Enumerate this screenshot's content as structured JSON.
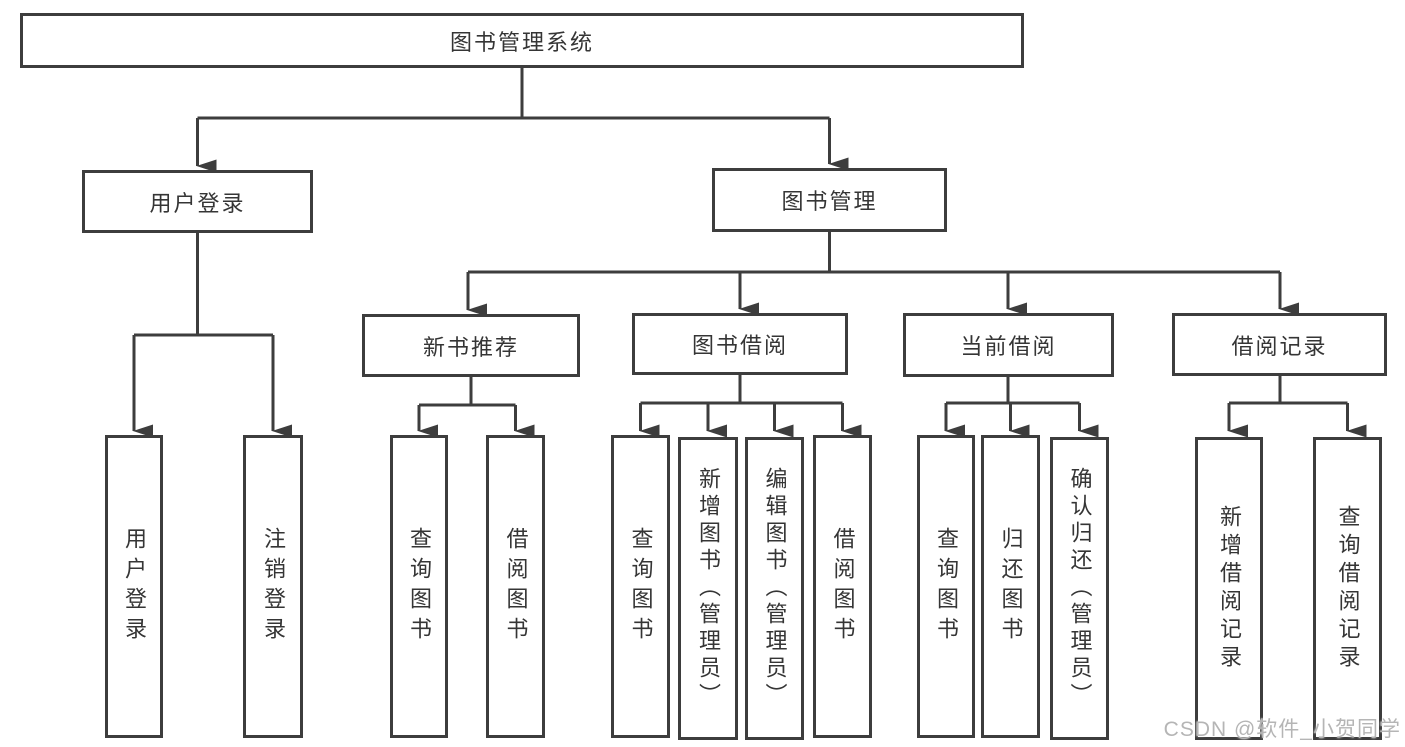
{
  "colors": {
    "line": "#3d3d3d",
    "box_border": "#3d3d3d",
    "text": "#353535",
    "background": "#ffffff",
    "watermark": "#b5b5b5"
  },
  "watermark": "CSDN @软件_小贺同学",
  "diagram": {
    "root": {
      "label": "图书管理系统"
    },
    "branches": [
      {
        "label": "用户登录",
        "children": [
          {
            "label": "用户登录"
          },
          {
            "label": "注销登录"
          }
        ]
      },
      {
        "label": "图书管理",
        "groups": [
          {
            "label": "新书推荐",
            "children": [
              {
                "label": "查询图书"
              },
              {
                "label": "借阅图书"
              }
            ]
          },
          {
            "label": "图书借阅",
            "children": [
              {
                "label": "查询图书"
              },
              {
                "label": "新增图书（管理员）"
              },
              {
                "label": "编辑图书（管理员）"
              },
              {
                "label": "借阅图书"
              }
            ]
          },
          {
            "label": "当前借阅",
            "children": [
              {
                "label": "查询图书"
              },
              {
                "label": "归还图书"
              },
              {
                "label": "确认归还（管理员）"
              }
            ]
          },
          {
            "label": "借阅记录",
            "children": [
              {
                "label": "新增借阅记录"
              },
              {
                "label": "查询借阅记录"
              }
            ]
          }
        ]
      }
    ]
  }
}
